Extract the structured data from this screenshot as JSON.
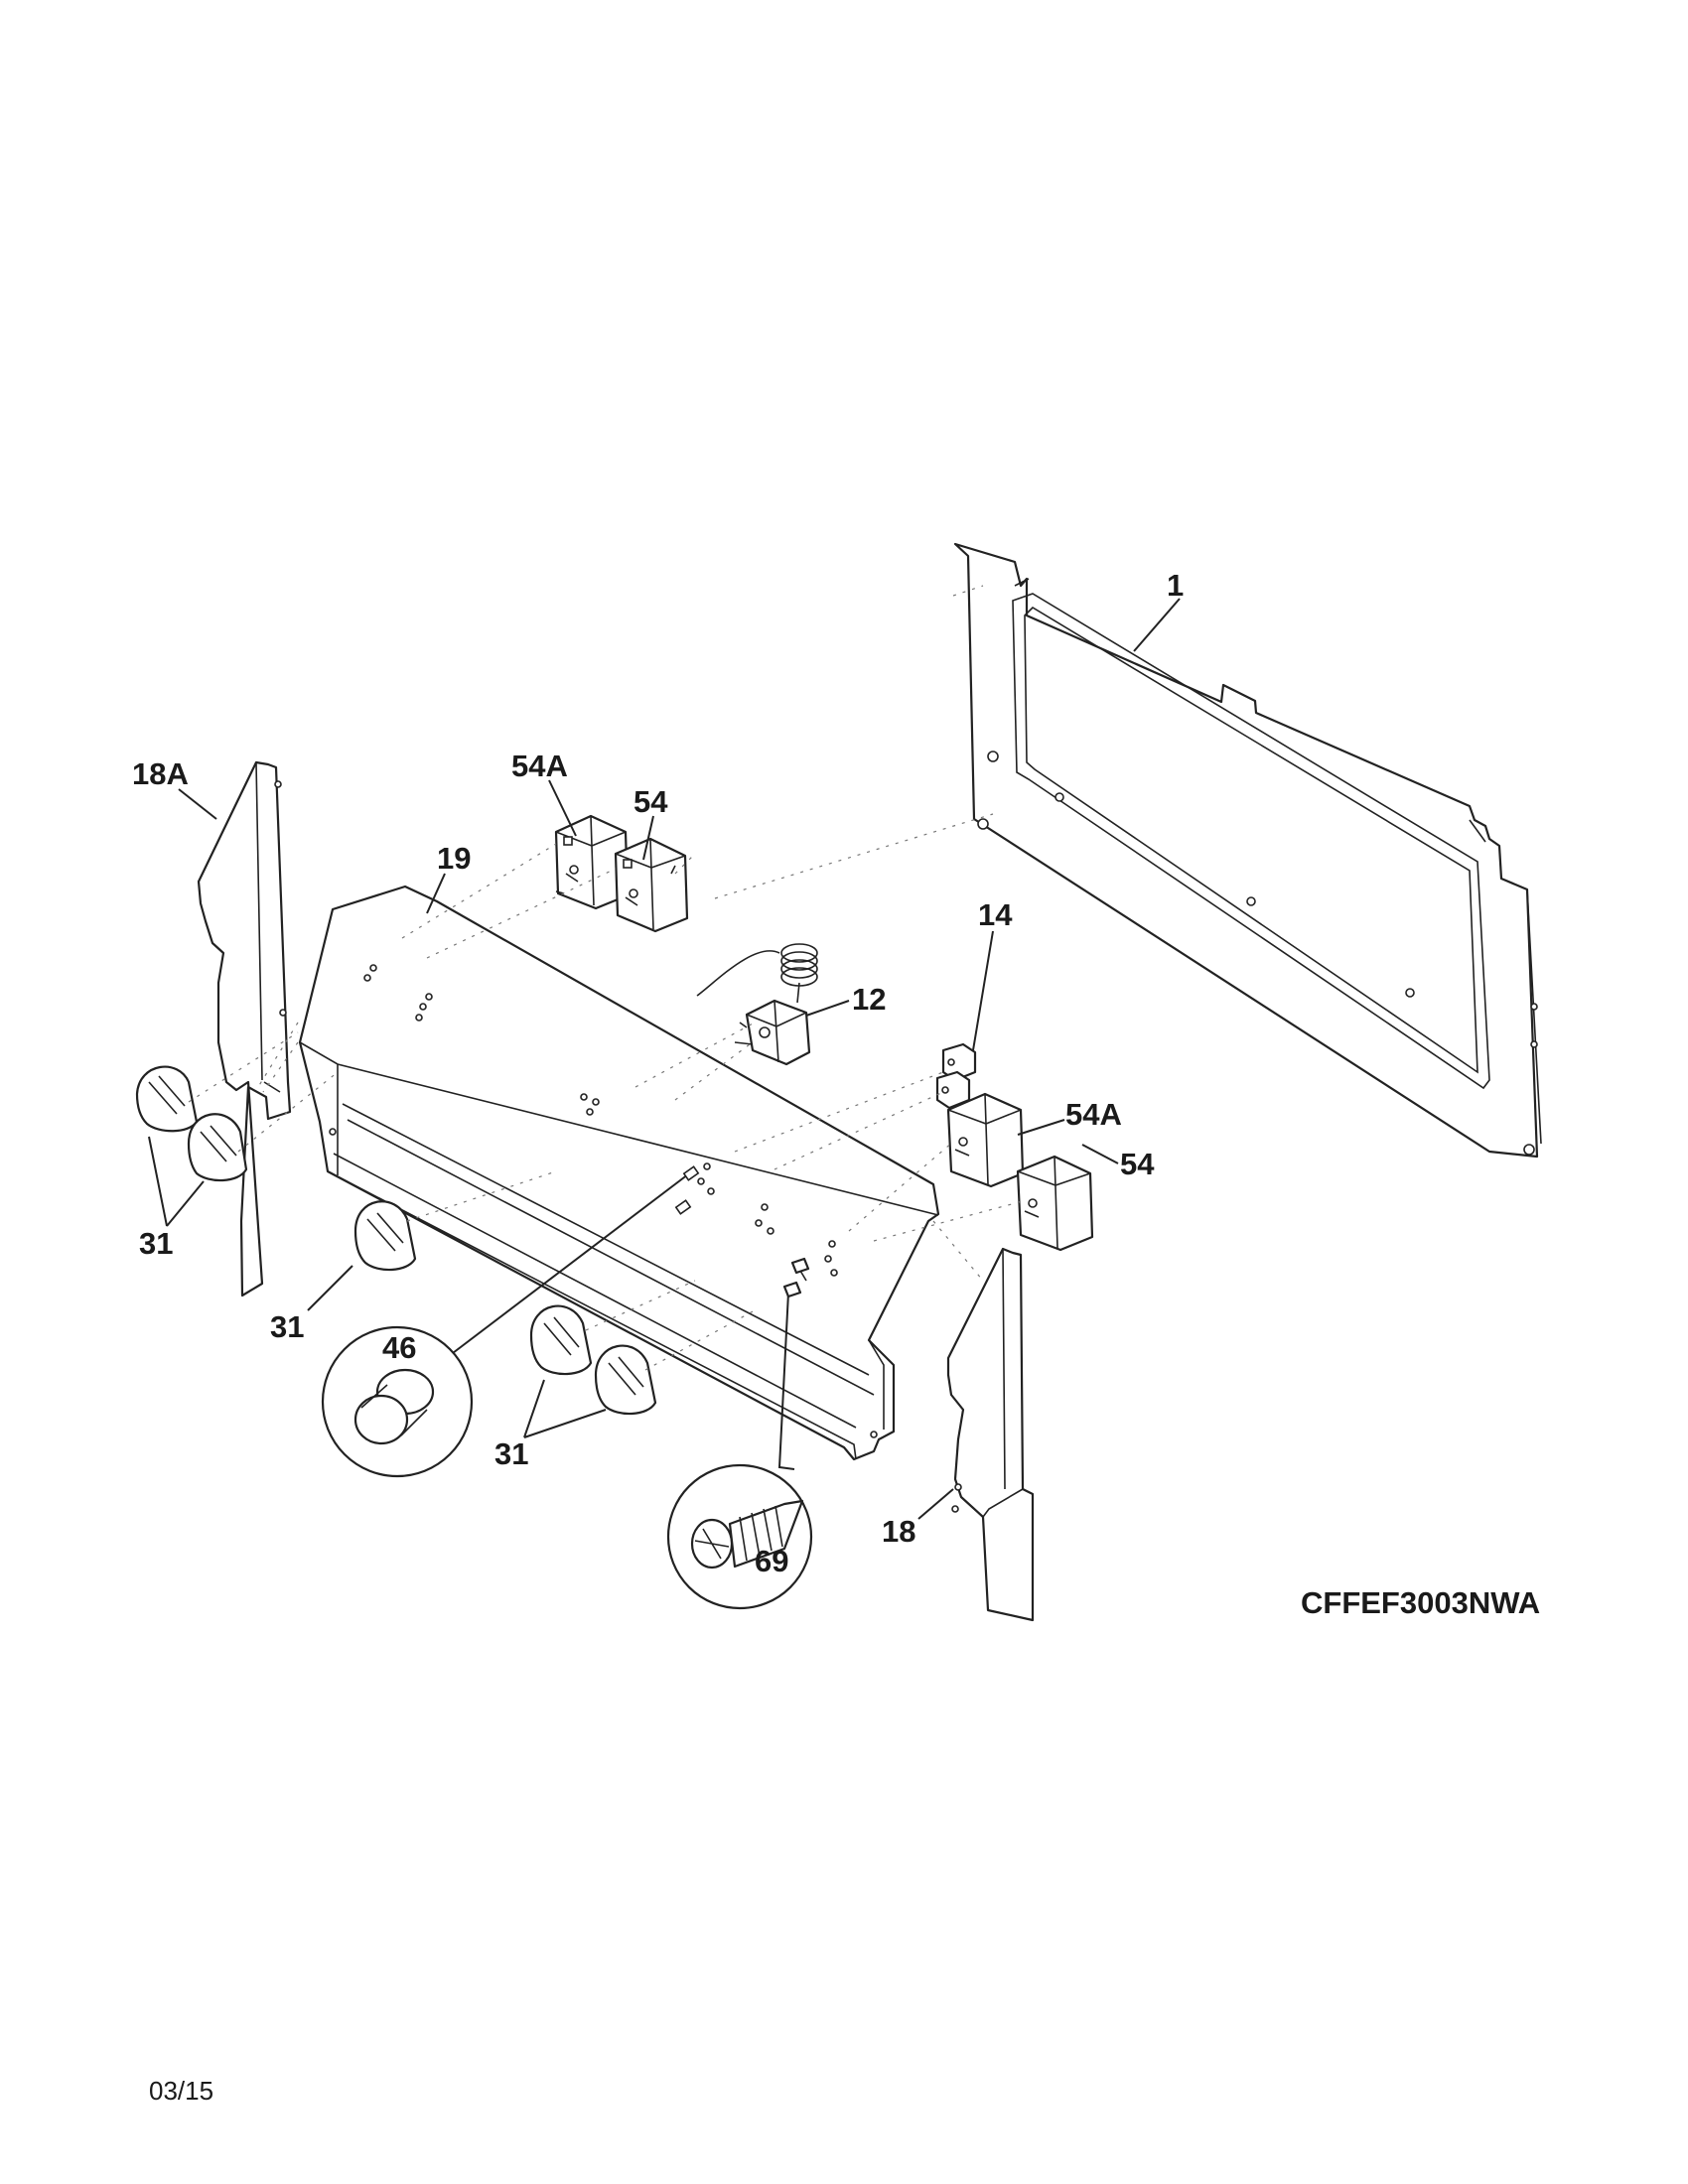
{
  "diagram": {
    "model_number": "CFFEF3003NWA",
    "date_code": "03/15",
    "callouts": {
      "p1": "1",
      "p18a": "18A",
      "p54a_top": "54A",
      "p54_top": "54",
      "p19": "19",
      "p14": "14",
      "p12": "12",
      "p54a_right": "54A",
      "p54_right": "54",
      "p31_left": "31",
      "p31_mid": "31",
      "p31_bottom": "31",
      "p46": "46",
      "p69": "69",
      "p18": "18"
    }
  }
}
